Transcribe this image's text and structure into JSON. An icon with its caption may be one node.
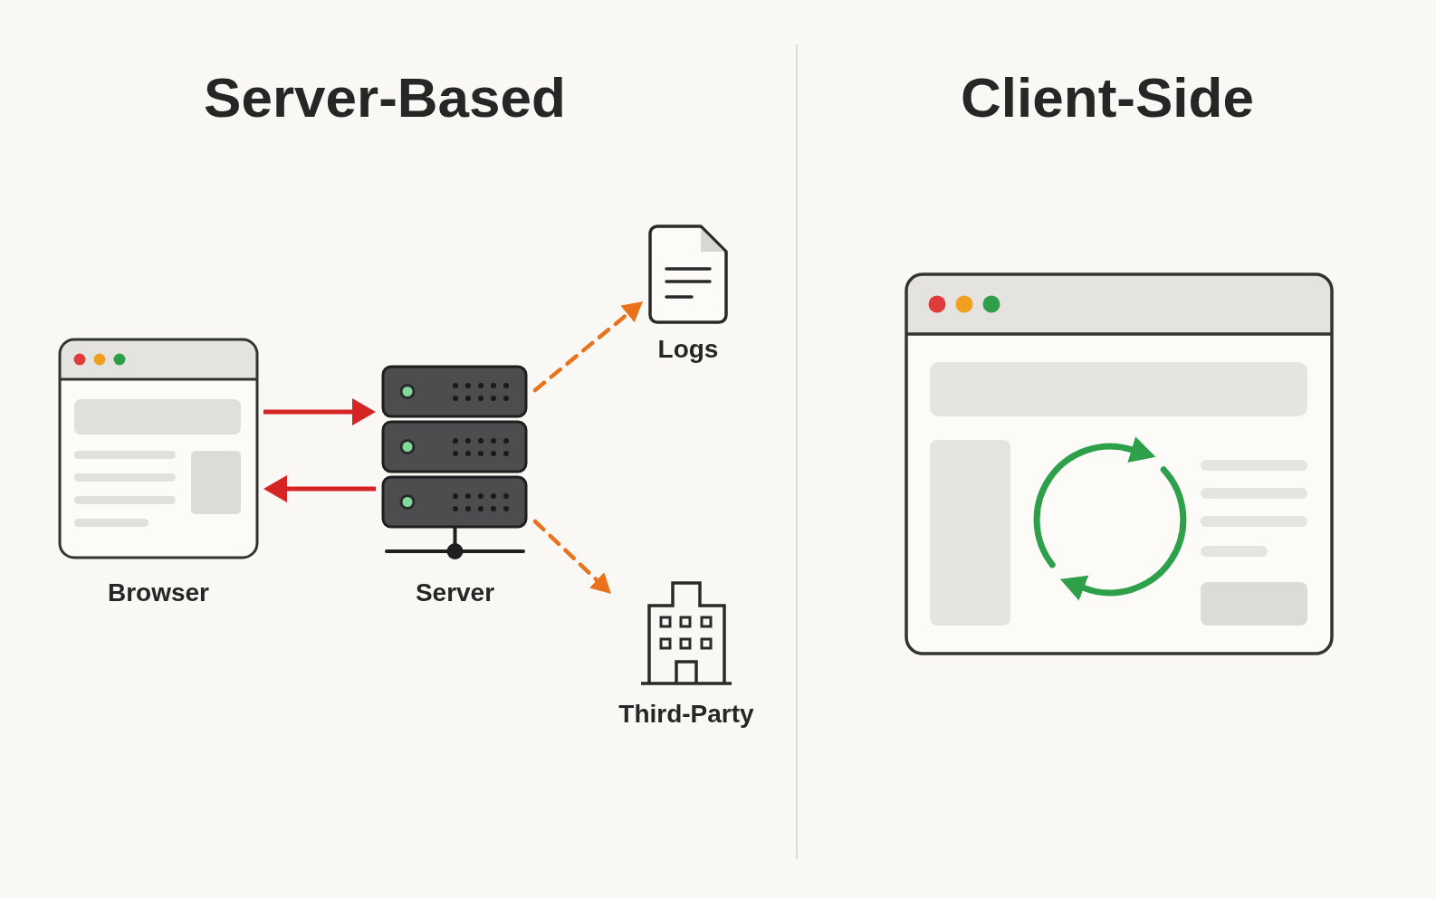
{
  "diagram": {
    "nodes": [
      {
        "text": [
          "Browser"
        ]
      },
      {
        "text": [
          "Server"
        ]
      },
      {
        "text": [
          "Logs"
        ]
      },
      {
        "text": [
          "Third-Party"
        ]
      },
      {
        "text": [],
        "shape": "picture"
      }
    ],
    "edges": [
      {
        "from": 0,
        "to": 1,
        "arrow": "to",
        "color": "#d42424"
      },
      {
        "from": 1,
        "to": 0,
        "arrow": "to",
        "color": "#d42424"
      },
      {
        "from": 1,
        "to": 2,
        "arrow": "to",
        "style": "dashed",
        "color": "#e8731c"
      },
      {
        "from": 1,
        "to": 3,
        "arrow": "to",
        "style": "dashed",
        "color": "#e8731c"
      }
    ],
    "labels": [
      "Server-Based",
      "Client-Side"
    ]
  }
}
